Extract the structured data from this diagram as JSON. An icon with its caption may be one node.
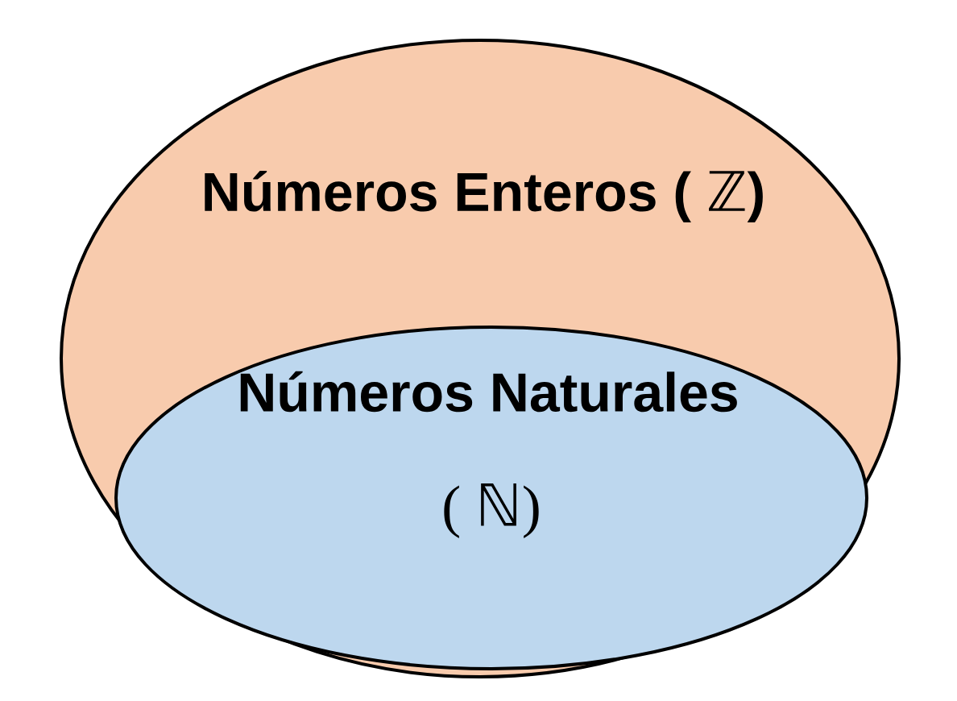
{
  "diagram": {
    "nodes": [
      {
        "text": [
          "Números Enteros ( ℤ)"
        ]
      },
      {
        "text": [
          "Números Naturales",
          "( ℕ)"
        ],
        "in": 0
      }
    ]
  }
}
